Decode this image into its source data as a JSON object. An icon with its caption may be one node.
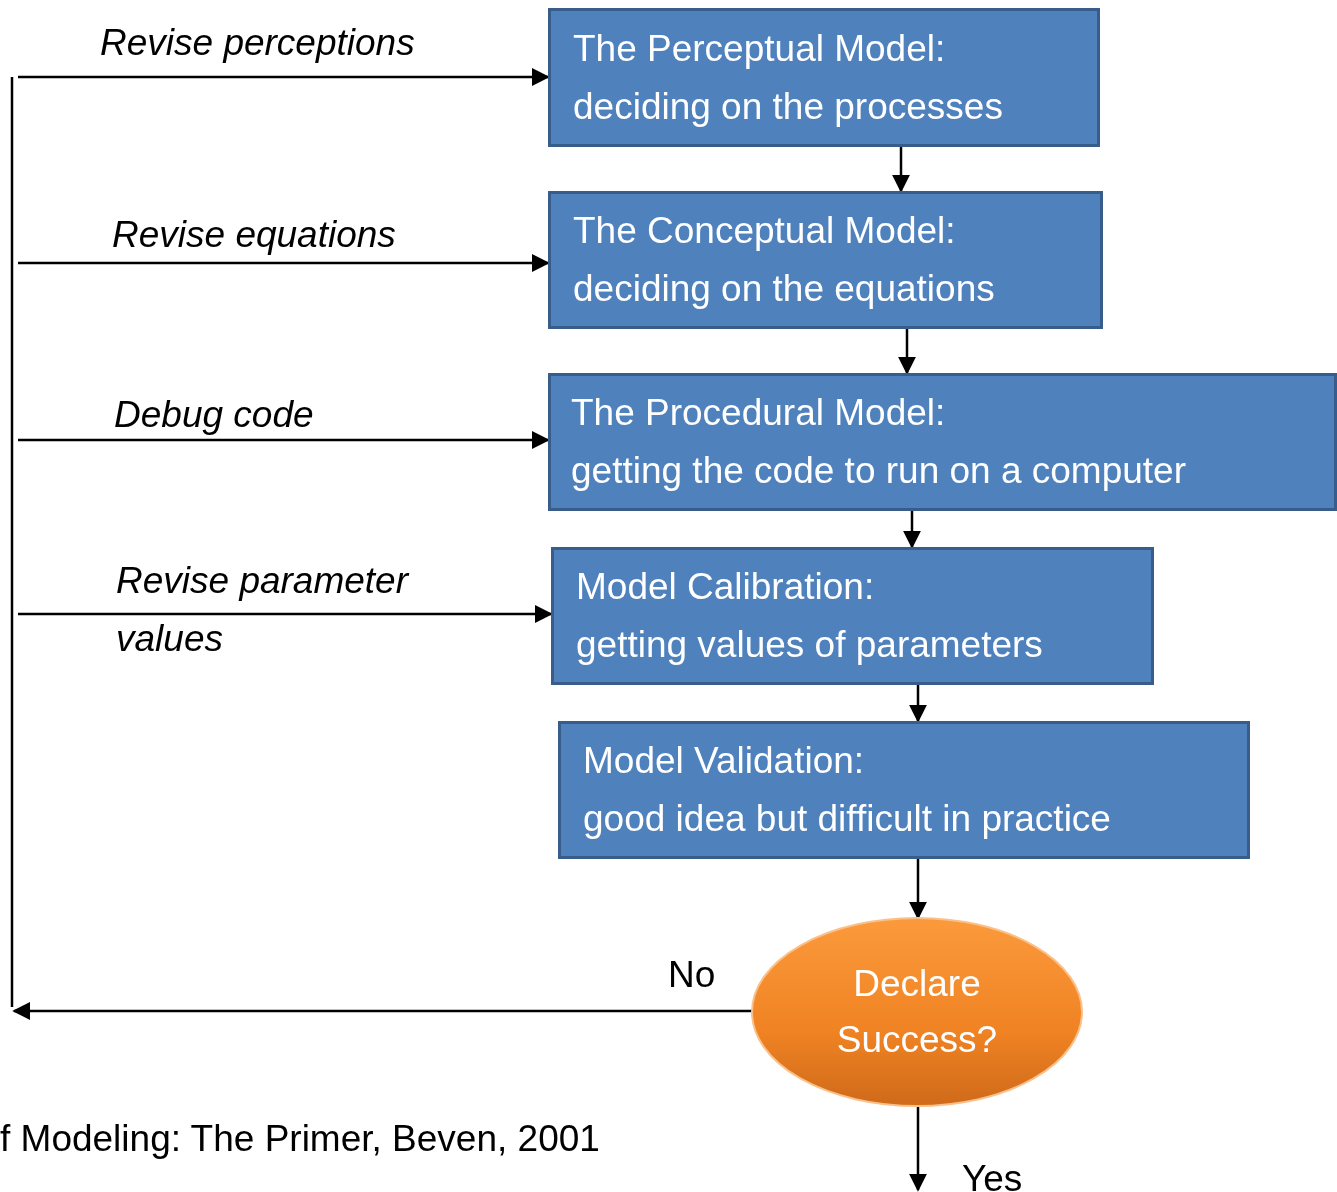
{
  "diagram": {
    "nodes": [
      {
        "text": [
          "The Perceptual Model:",
          "deciding on the processes"
        ]
      },
      {
        "text": [
          "The Conceptual Model:",
          "deciding on the equations"
        ]
      },
      {
        "text": [
          "The Procedural Model:",
          "getting the code to run on a computer"
        ]
      },
      {
        "text": [
          "Model Calibration:",
          "getting values of parameters"
        ]
      },
      {
        "text": [
          "Model Validation:",
          "good idea but difficult in practice"
        ]
      },
      {
        "text": [
          "Declare Success?"
        ]
      }
    ],
    "edges": [
      {
        "from": 0,
        "to": 1,
        "arrow": "to"
      },
      {
        "from": 1,
        "to": 2,
        "arrow": "to"
      },
      {
        "from": 2,
        "to": 3,
        "arrow": "to"
      },
      {
        "from": 3,
        "to": 4,
        "arrow": "to"
      },
      {
        "from": 4,
        "to": 5,
        "arrow": "to"
      },
      {
        "from": 5,
        "to": null,
        "arrow": "to",
        "label": "No"
      },
      {
        "from": null,
        "to": 0,
        "arrow": "to",
        "label": "Revise perceptions"
      },
      {
        "from": null,
        "to": 1,
        "arrow": "to",
        "label": "Revise equations"
      },
      {
        "from": null,
        "to": 2,
        "arrow": "to",
        "label": "Debug code"
      },
      {
        "from": null,
        "to": 3,
        "arrow": "to",
        "label": "Revise parameter values"
      },
      {
        "from": 5,
        "to": null,
        "arrow": "to",
        "label": "Yes"
      }
    ],
    "labels": [
      "f Modeling: The Primer, Beven, 2001"
    ]
  }
}
